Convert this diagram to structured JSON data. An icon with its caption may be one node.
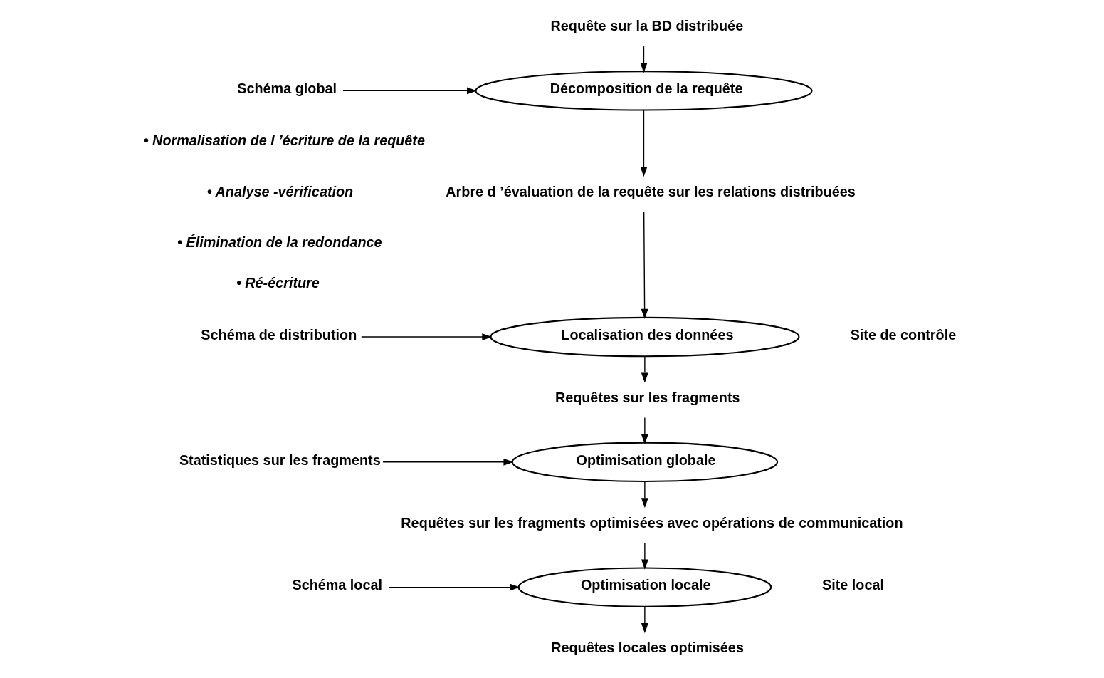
{
  "diagram": {
    "nodes": [
      {
        "text": [
          "Requête sur la BD distribuée"
        ]
      },
      {
        "text": [
          "Décomposition de la requête"
        ]
      },
      {
        "text": [
          "Arbre d ’évaluation de la requête sur les relations distribuées"
        ]
      },
      {
        "text": [
          "Localisation des données"
        ]
      },
      {
        "text": [
          "Requêtes sur les fragments"
        ]
      },
      {
        "text": [
          "Optimisation globale"
        ]
      },
      {
        "text": [
          "Requêtes sur les fragments optimisées avec opérations de communication"
        ]
      },
      {
        "text": [
          "Optimisation locale"
        ]
      },
      {
        "text": [
          "Requêtes locales optimisées"
        ]
      },
      {
        "text": [
          "Schéma global"
        ]
      },
      {
        "text": [
          "Schéma de distribution"
        ]
      },
      {
        "text": [
          "Statistiques sur les fragments"
        ]
      },
      {
        "text": [
          "Schéma local"
        ]
      }
    ],
    "edges": [
      {
        "from": 0,
        "to": 1,
        "arrow": "to"
      },
      {
        "from": 1,
        "to": 2,
        "arrow": "to"
      },
      {
        "from": 2,
        "to": 3,
        "arrow": "to"
      },
      {
        "from": 3,
        "to": 4,
        "arrow": "to"
      },
      {
        "from": 4,
        "to": 5,
        "arrow": "to"
      },
      {
        "from": 5,
        "to": 6,
        "arrow": "to"
      },
      {
        "from": 6,
        "to": 7,
        "arrow": "to"
      },
      {
        "from": 7,
        "to": 8,
        "arrow": "to"
      },
      {
        "from": 9,
        "to": 1,
        "arrow": "to"
      },
      {
        "from": 10,
        "to": 3,
        "arrow": "to"
      },
      {
        "from": 11,
        "to": 5,
        "arrow": "to"
      },
      {
        "from": 12,
        "to": 7,
        "arrow": "to"
      }
    ],
    "labels": [
      "Site de contrôle",
      "• Normalisation de l ’écriture de la requête",
      "• Analyse -vérification",
      "• Élimination de la redondance",
      "• Ré-écriture",
      "Site local"
    ]
  }
}
